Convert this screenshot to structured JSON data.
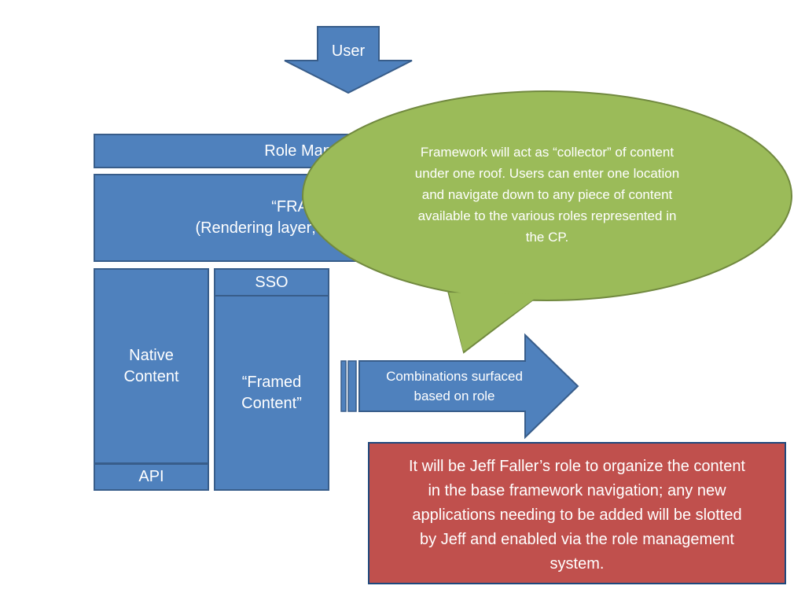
{
  "user_arrow": {
    "label": "User"
  },
  "role_management": {
    "label": "Role Management"
  },
  "framework": {
    "line1": "“FRAMEWORK”",
    "line2": "(Rendering layer; owner of navigation)"
  },
  "native_content": {
    "label_line1": "Native",
    "label_line2": "Content"
  },
  "api": {
    "label": "API"
  },
  "sso": {
    "label": "SSO"
  },
  "framed_content": {
    "label_line1": "“Framed",
    "label_line2": "Content”"
  },
  "combinations_arrow": {
    "line1": "Combinations surfaced",
    "line2": "based on role"
  },
  "callout": {
    "lines": [
      "Framework will act as “collector” of content",
      "under one roof.  Users can enter one location",
      "and navigate down to any piece of content",
      "available to the various roles represented in",
      "the CP."
    ]
  },
  "note": {
    "lines": [
      "It will be Jeff Faller’s role to organize the content",
      "in the base framework navigation; any new",
      "applications needing to be added will be slotted",
      "by Jeff and enabled via the role management",
      "system."
    ]
  },
  "colors": {
    "blue_fill": "#4f81bd",
    "blue_border": "#385d8a",
    "callout_fill": "#9bbb59",
    "callout_border": "#71893f",
    "note_fill": "#c0504d",
    "note_border": "#1f497d"
  }
}
